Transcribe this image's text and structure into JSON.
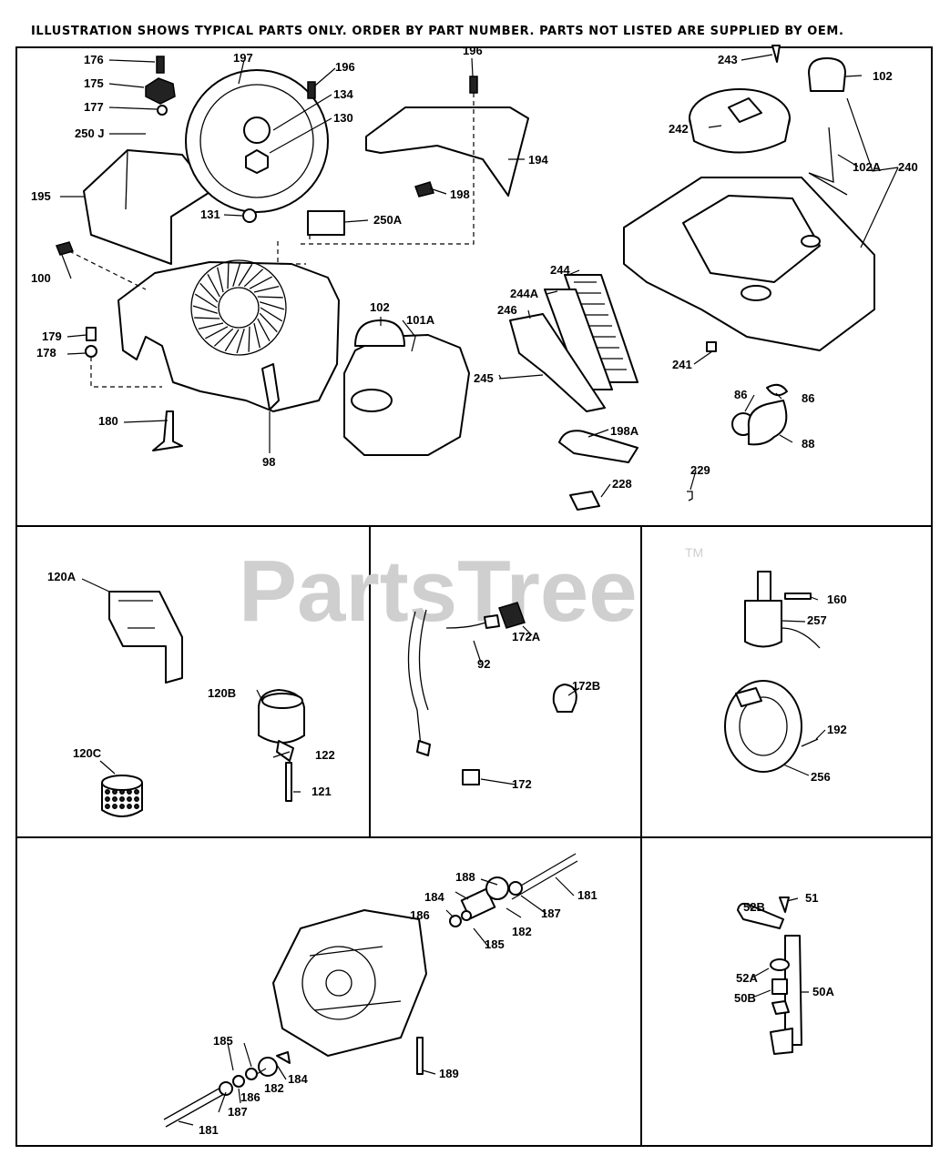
{
  "header": "ILLUSTRATION SHOWS TYPICAL PARTS ONLY. ORDER BY PART NUMBER. PARTS NOT LISTED ARE SUPPLIED BY OEM.",
  "watermark": {
    "text": "PartsTree",
    "trademark": "TM"
  },
  "labels": {
    "l176": "176",
    "l175": "175",
    "l177": "177",
    "l250J": "250 J",
    "l197": "197",
    "l196a": "196",
    "l134": "134",
    "l130": "130",
    "l195": "195",
    "l131": "131",
    "l196b": "196",
    "l194": "194",
    "l198": "198",
    "l250A": "250A",
    "l100": "100",
    "l179": "179",
    "l178": "178",
    "l180": "180",
    "l98": "98",
    "l102a": "102",
    "l101A": "101A",
    "l243": "243",
    "l242": "242",
    "l102b": "102",
    "l102A": "102A",
    "l240": "240",
    "l244": "244",
    "l244A": "244A",
    "l246": "246",
    "l245": "245",
    "l241": "241",
    "l86a": "86",
    "l86b": "86",
    "l88": "88",
    "l198A": "198A",
    "l228": "228",
    "l229": "229",
    "l120A": "120A",
    "l120B": "120B",
    "l122": "122",
    "l120C": "120C",
    "l121": "121",
    "l92": "92",
    "l172A": "172A",
    "l172B": "172B",
    "l172": "172",
    "l160": "160",
    "l257": "257",
    "l192": "192",
    "l256": "256",
    "l188": "188",
    "l181a": "181",
    "l184a": "184",
    "l187a": "187",
    "l186a": "186",
    "l182a": "182",
    "l185a": "185",
    "l185b": "185",
    "l184b": "184",
    "l186b": "186",
    "l182b": "182",
    "l187b": "187",
    "l181b": "181",
    "l189": "189",
    "l51": "51",
    "l52B": "52B",
    "l52A": "52A",
    "l50A": "50A",
    "l50B": "50B"
  }
}
